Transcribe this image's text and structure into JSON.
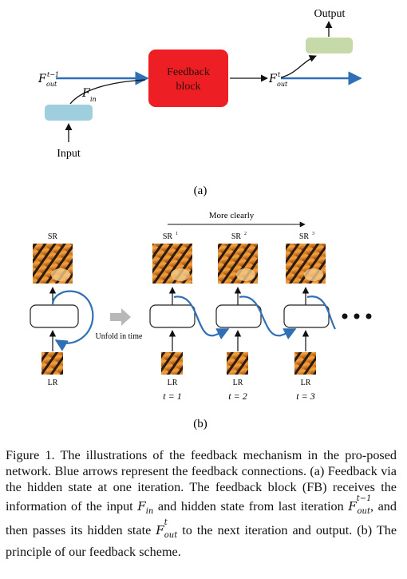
{
  "panel_a": {
    "feedback_block_label_line1": "Feedback",
    "feedback_block_label_line2": "block",
    "output_label": "Output",
    "input_label": "Input",
    "f_in_main": "F",
    "f_in_sub": "in",
    "f_out_prev_main": "F",
    "f_out_prev_sup": "t−1",
    "f_out_prev_sub": "out",
    "f_out_main": "F",
    "f_out_sup": "t",
    "f_out_sub": "out",
    "tag": "(a)"
  },
  "panel_b": {
    "more_clearly": "More clearly",
    "unfold_label": "Unfold in time",
    "sr_label": "SR",
    "sr1": "SR",
    "sr1_sup": "1",
    "sr2": "SR",
    "sr2_sup": "2",
    "sr3": "SR",
    "sr3_sup": "3",
    "lr_label": "LR",
    "t1": "t = 1",
    "t2": "t = 2",
    "t3": "t = 3",
    "tag": "(b)"
  },
  "caption": {
    "p1": "Figure 1. The illustrations of the feedback mechanism in the pro-posed network. Blue arrows represent the feedback connections. (a) Feedback via the hidden state at one iteration. The feedback block (FB) receives the information of the input ",
    "fin": "F",
    "fin_sub": "in",
    "p2": " and hidden state from last iteration ",
    "fprev": "F",
    "fprev_sup": "t−1",
    "fprev_sub": "out",
    "p3": ", and then passes its hidden state ",
    "fout": "F",
    "fout_sup": "t",
    "fout_sub": "out",
    "p4": " to the next iteration and output. (b) The principle of our feedback scheme."
  },
  "colors": {
    "blue_arrow": "#2f6fb5",
    "feedback_block": "#ee1f24",
    "output_box": "#c6d9a9",
    "input_box": "#9fcfdf"
  }
}
